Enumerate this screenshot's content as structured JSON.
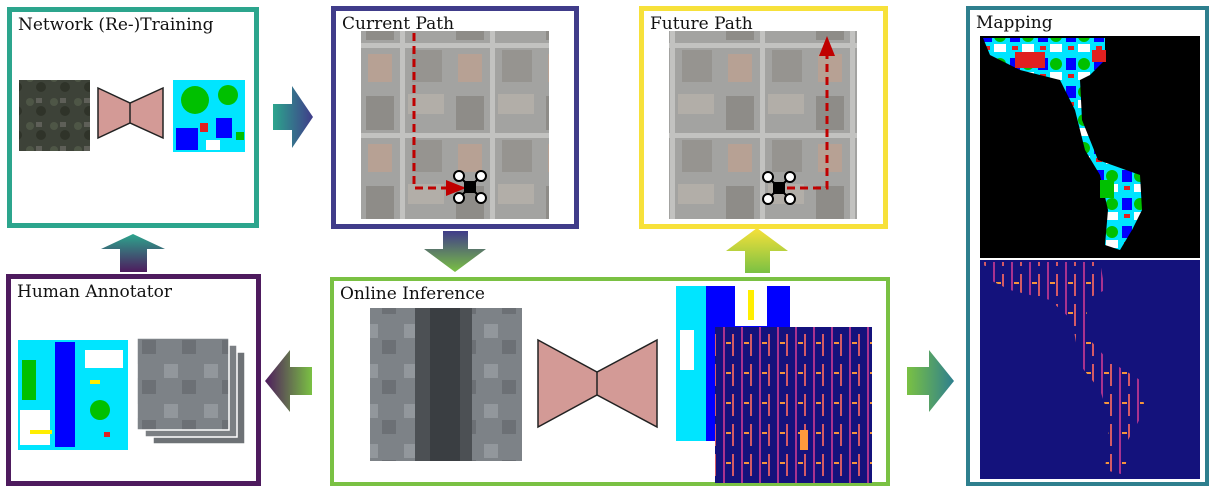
{
  "panels": {
    "training": {
      "title": "Network (Re-)Training",
      "color": "#2ca58d"
    },
    "current": {
      "title": "Current Path",
      "color": "#403c8a"
    },
    "future": {
      "title": "Future Path",
      "color": "#f7e13a"
    },
    "mapping": {
      "title": "Mapping",
      "color": "#2e7f8e"
    },
    "annotator": {
      "title": "Human Annotator",
      "color": "#4e1b5e"
    },
    "inference": {
      "title": "Online Inference",
      "color": "#7ac143"
    }
  },
  "colors": {
    "network": "#d39a96",
    "path": "#c00000",
    "aerial": "#9a9a98",
    "segmentation": [
      "#00e5ff",
      "#0000ff",
      "#00c000",
      "#ffffff",
      "#e02020",
      "#ffee00"
    ],
    "heatmap_bg": "#12127a",
    "heatmap_hot": "#ff9a3c"
  }
}
